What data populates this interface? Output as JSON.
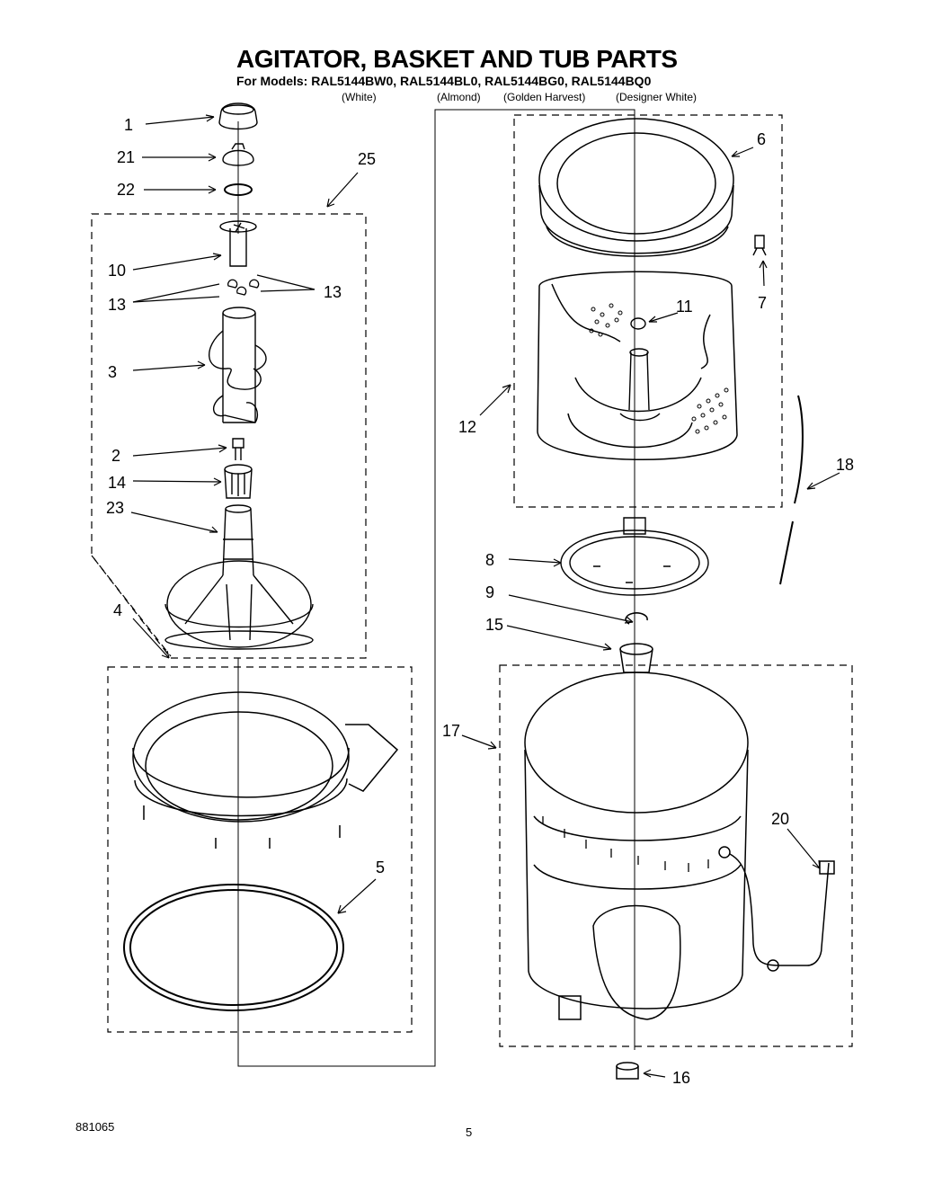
{
  "header": {
    "title": "AGITATOR, BASKET AND TUB PARTS",
    "models_line": "For Models:  RAL5144BW0, RAL5144BL0, RAL5144BG0, RAL5144BQ0",
    "variants": [
      "(White)",
      "(Almond)",
      "(Golden Harvest)",
      "(Designer White)"
    ]
  },
  "callouts": [
    "1",
    "21",
    "22",
    "25",
    "10",
    "13",
    "13",
    "3",
    "2",
    "14",
    "23",
    "4",
    "5",
    "6",
    "7",
    "11",
    "12",
    "18",
    "8",
    "9",
    "15",
    "17",
    "20",
    "16"
  ],
  "footer": {
    "doc_number": "881065",
    "page_number": "5"
  }
}
